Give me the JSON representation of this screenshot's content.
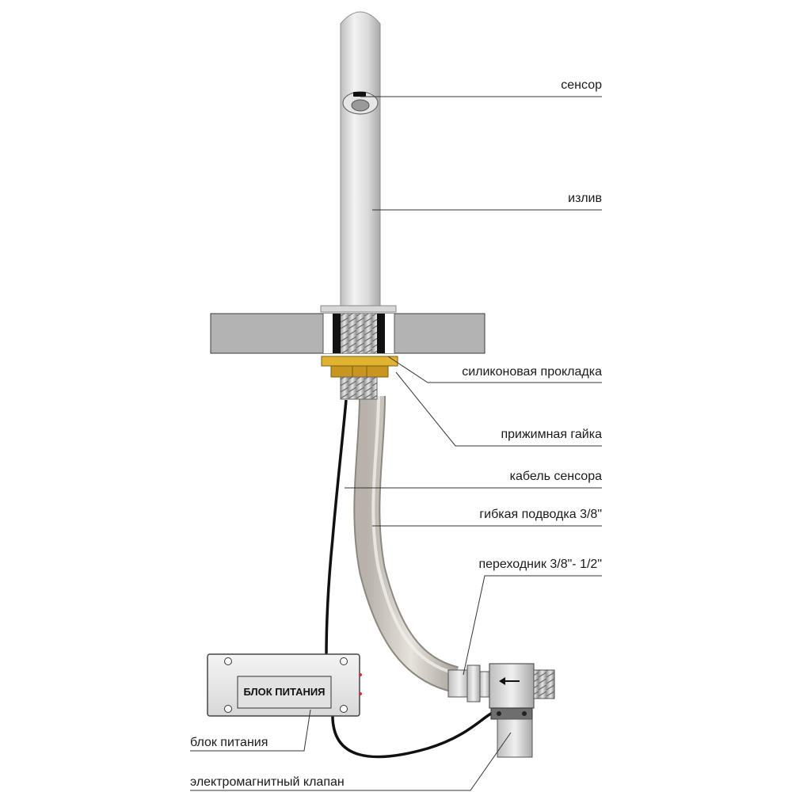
{
  "labels": {
    "sensor": "сенсор",
    "spout": "излив",
    "gasket": "силиконовая прокладка",
    "nut": "прижимная гайка",
    "sensor_cable": "кабель сенсора",
    "flex_hose": "гибкая подводка 3/8\"",
    "adapter": "переходник 3/8\"- 1/2\"",
    "power_unit": "блок питания",
    "solenoid_valve": "электромагнитный клапан"
  },
  "power_box_text": "БЛОК ПИТАНИЯ",
  "colors": {
    "spout": "#d6d6d6",
    "countertop": "#b3b3b3",
    "gasket": "#e0b430",
    "cable": "#111111",
    "hose": "#cfcac3"
  }
}
